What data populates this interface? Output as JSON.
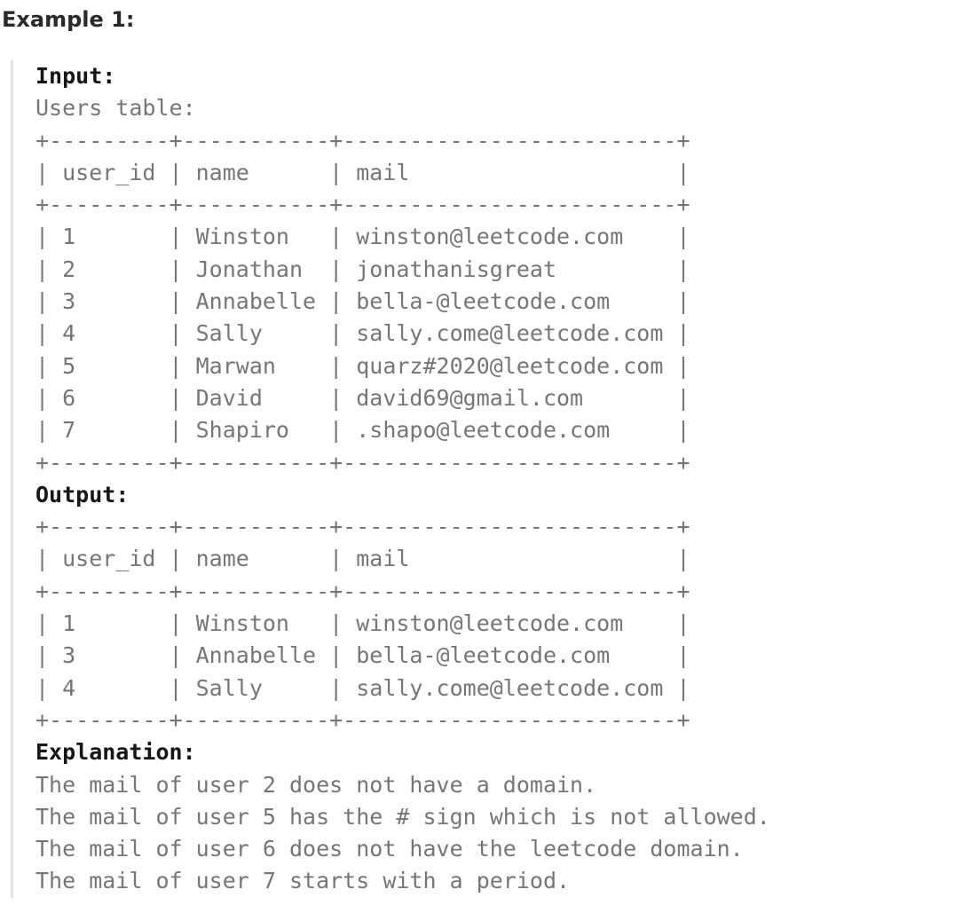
{
  "heading": "Example 1:",
  "colors": {
    "background": "#ffffff",
    "block_left_border": "#e4e4e4",
    "heading_text": "#2a2a2a",
    "label_text": "#161616",
    "body_text": "#767676"
  },
  "example": {
    "input_label": "Input:",
    "users_table_caption": "Users table:",
    "ascii_divider": "+---------+-----------+-------------------------+",
    "table_header": "| user_id | name      | mail                    |",
    "columns": [
      "user_id",
      "name",
      "mail"
    ],
    "input_rows": [
      "| 1       | Winston   | winston@leetcode.com    |",
      "| 2       | Jonathan  | jonathanisgreat         |",
      "| 3       | Annabelle | bella-@leetcode.com     |",
      "| 4       | Sally     | sally.come@leetcode.com |",
      "| 5       | Marwan    | quarz#2020@leetcode.com |",
      "| 6       | David     | david69@gmail.com       |",
      "| 7       | Shapiro   | .shapo@leetcode.com     |"
    ],
    "output_label": "Output:",
    "output_rows": [
      "| 1       | Winston   | winston@leetcode.com    |",
      "| 3       | Annabelle | bella-@leetcode.com     |",
      "| 4       | Sally     | sally.come@leetcode.com |"
    ],
    "explanation_label": "Explanation:",
    "explanation_lines": [
      "The mail of user 2 does not have a domain.",
      "The mail of user 5 has the # sign which is not allowed.",
      "The mail of user 6 does not have the leetcode domain.",
      "The mail of user 7 starts with a period."
    ]
  }
}
